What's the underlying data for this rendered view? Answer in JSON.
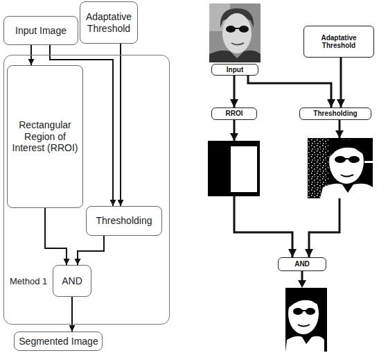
{
  "diagram": {
    "nodes": [
      {
        "text": [
          "Input Image"
        ]
      },
      {
        "text": [
          "Adaptative Threshold"
        ]
      },
      {
        "text": [
          "Method 1"
        ]
      },
      {
        "text": [
          "Rectangular Region of Interest (RROI)"
        ],
        "in": 2
      },
      {
        "text": [
          "Thresholding"
        ],
        "in": 2
      },
      {
        "text": [
          "AND"
        ],
        "in": 2
      },
      {
        "text": [
          "Segmented Image"
        ]
      },
      {
        "text": [
          "Input"
        ]
      },
      {
        "text": [
          "Adaptative Threshold"
        ]
      },
      {
        "text": [
          "RROI"
        ]
      },
      {
        "text": [
          "Thresholding"
        ]
      },
      {
        "text": [
          "AND"
        ]
      }
    ],
    "edges": [
      {
        "from": 0,
        "to": 3,
        "arrow": "to"
      },
      {
        "from": 0,
        "to": 4,
        "arrow": "to"
      },
      {
        "from": 1,
        "to": 4,
        "arrow": "to"
      },
      {
        "from": 3,
        "to": 5,
        "arrow": "to"
      },
      {
        "from": 4,
        "to": 5,
        "arrow": "to"
      },
      {
        "from": 5,
        "to": 6,
        "arrow": "to"
      },
      {
        "from": 7,
        "to": 9,
        "arrow": "to"
      },
      {
        "from": 7,
        "to": 10,
        "arrow": "to"
      },
      {
        "from": 8,
        "to": 10,
        "arrow": "to"
      },
      {
        "from": 9,
        "to": 11,
        "arrow": "to"
      },
      {
        "from": 10,
        "to": 11,
        "arrow": "to"
      }
    ]
  }
}
